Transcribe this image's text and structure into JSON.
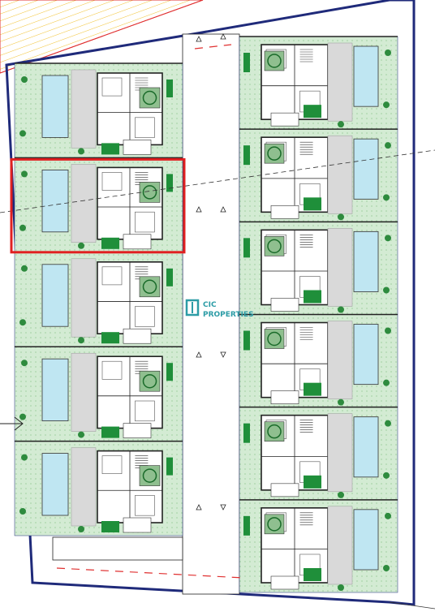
{
  "watermark": {
    "line1": "CIC",
    "line2": "PROPERTIES",
    "color": "#2c9ca6"
  },
  "colors": {
    "garden": "#cfe9cf",
    "pool": "#bfe6f2",
    "hedge": "#1f8f3a",
    "boundary": "#1f2a7a",
    "highlight": "#e02020",
    "wall": "#222222",
    "paving": "#d9d9d9"
  },
  "left_row": {
    "units": 5,
    "highlighted_unit_index": 1
  },
  "right_row": {
    "units": 6
  }
}
